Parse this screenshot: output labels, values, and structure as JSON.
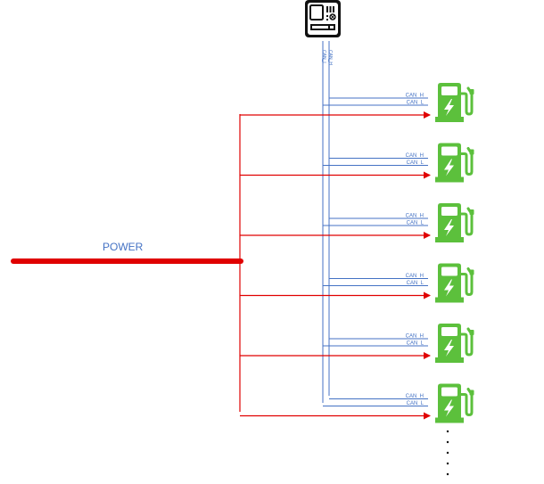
{
  "power": {
    "label": "POWER"
  },
  "controller": {
    "icon": "controller-icon",
    "bus_label_h": "CAN_H",
    "bus_label_l": "CAN_L"
  },
  "chargers": [
    {
      "icon": "ev-charger-icon",
      "can_h": "CAN_H",
      "can_l": "CAN_L"
    },
    {
      "icon": "ev-charger-icon",
      "can_h": "CAN_H",
      "can_l": "CAN_L"
    },
    {
      "icon": "ev-charger-icon",
      "can_h": "CAN_H",
      "can_l": "CAN_L"
    },
    {
      "icon": "ev-charger-icon",
      "can_h": "CAN_H",
      "can_l": "CAN_L"
    },
    {
      "icon": "ev-charger-icon",
      "can_h": "CAN_H",
      "can_l": "CAN_L"
    },
    {
      "icon": "ev-charger-icon",
      "can_h": "CAN_H",
      "can_l": "CAN_L"
    }
  ],
  "colors": {
    "power": "#e00000",
    "can": "#4472c4",
    "charger": "#5cc03c",
    "label": "#4472c4"
  }
}
